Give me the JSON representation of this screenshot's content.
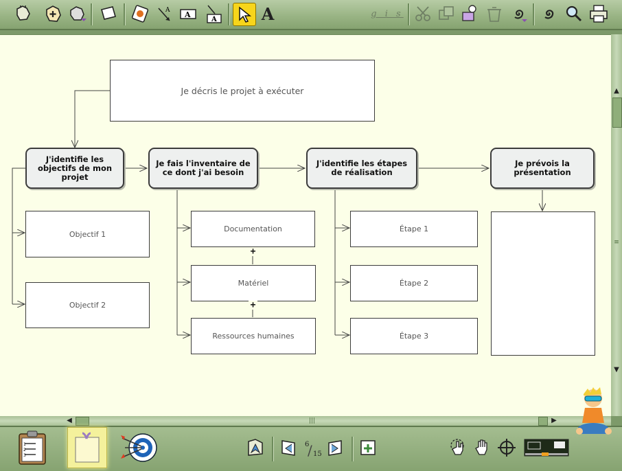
{
  "toolbar": {
    "left_icons": [
      "insert-symbol-icon",
      "new-symbol-icon",
      "symbol-menu-icon",
      "note-icon",
      "image-icon",
      "link-icon",
      "text-label-icon",
      "link-label-icon"
    ],
    "arrow_tool": "arrow-pointer-icon",
    "text_tool_label": "A",
    "text_format_label": "g i s",
    "right_icons": [
      "cut-icon",
      "copy-icon",
      "paste-icon",
      "trash-icon",
      "spiral-menu-icon",
      "spiral-icon",
      "zoom-icon",
      "print-icon"
    ]
  },
  "map": {
    "top_box": "Je décris le projet à exécuter",
    "columns": [
      {
        "header": "J'identifie les objectifs de mon projet",
        "items": [
          "Objectif 1",
          "Objectif 2"
        ]
      },
      {
        "header": "Je fais l'inventaire de ce dont j'ai besoin",
        "items": [
          "Documentation",
          "Matériel",
          "Ressources humaines"
        ]
      },
      {
        "header": "J'identifie les étapes de réalisation",
        "items": [
          "Étape 1",
          "Étape 2",
          "Étape 3"
        ]
      },
      {
        "header": "Je prévois la présentation",
        "items": [
          ""
        ]
      }
    ],
    "plus_sign": "+"
  },
  "bottombar": {
    "page_current": "6",
    "page_total": "15"
  }
}
